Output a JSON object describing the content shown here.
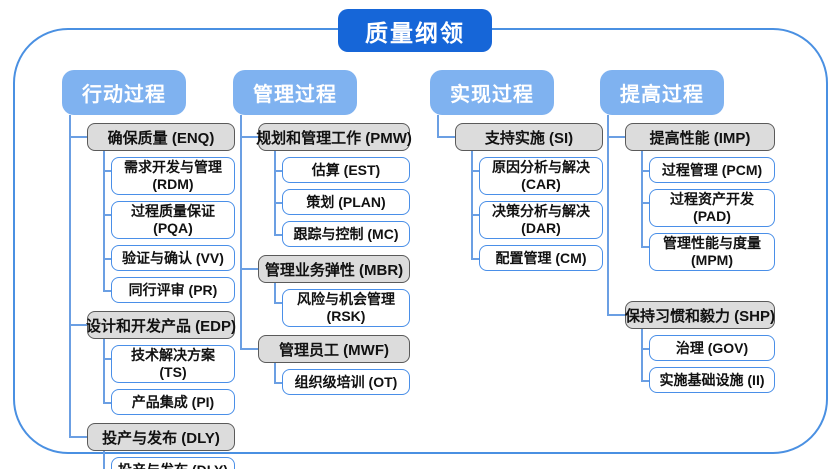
{
  "title": "质量纲领",
  "colors": {
    "title_bg": "#1666d8",
    "column_header_bg": "#7fb2f0",
    "parent_node_fill": "#dcdcdc",
    "parent_node_border": "#5a5a5a",
    "child_node_border": "#4a8fe8",
    "connector_line": "#6b9fe3",
    "outer_frame_border": "#4a90e2"
  },
  "columns": [
    {
      "label": "行动过程",
      "groups": [
        {
          "label": "确保质量 (ENQ)",
          "children": [
            "需求开发与管理 (RDM)",
            "过程质量保证 (PQA)",
            "验证与确认 (VV)",
            "同行评审 (PR)"
          ]
        },
        {
          "label": "设计和开发产品 (EDP)",
          "children": [
            "技术解决方案 (TS)",
            "产品集成 (PI)"
          ]
        },
        {
          "label": "投产与发布 (DLY)",
          "children": [
            "投产与发布 (DLY)"
          ]
        }
      ]
    },
    {
      "label": "管理过程",
      "groups": [
        {
          "label": "规划和管理工作 (PMW)",
          "children": [
            "估算 (EST)",
            "策划 (PLAN)",
            "跟踪与控制 (MC)"
          ]
        },
        {
          "label": "管理业务弹性 (MBR)",
          "children": [
            "风险与机会管理 (RSK)"
          ]
        },
        {
          "label": "管理员工 (MWF)",
          "children": [
            "组织级培训 (OT)"
          ]
        }
      ]
    },
    {
      "label": "实现过程",
      "groups": [
        {
          "label": "支持实施 (SI)",
          "children": [
            "原因分析与解决 (CAR)",
            "决策分析与解决 (DAR)",
            "配置管理 (CM)"
          ]
        }
      ]
    },
    {
      "label": "提高过程",
      "groups": [
        {
          "label": "提高性能 (IMP)",
          "children": [
            "过程管理 (PCM)",
            "过程资产开发 (PAD)",
            "管理性能与度量 (MPM)"
          ]
        },
        {
          "label": "保持习惯和毅力 (SHP)",
          "children": [
            "治理 (GOV)",
            "实施基础设施 (II)"
          ]
        }
      ]
    }
  ]
}
